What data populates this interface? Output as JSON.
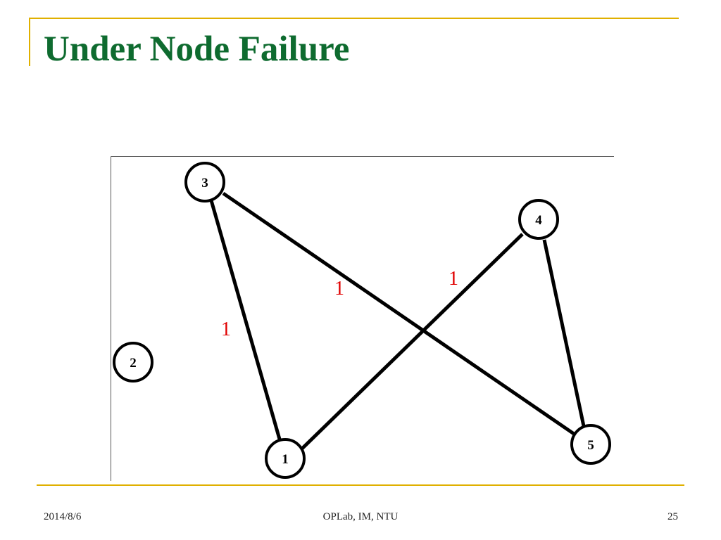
{
  "slide": {
    "title": "Under Node Failure",
    "footer_date": "2014/8/6",
    "footer_center": "OPLab, IM, NTU",
    "page_number": "25",
    "accent_color": "#e0b000",
    "title_color": "#0e6b2f"
  },
  "diagram": {
    "nodes": [
      {
        "id": "1",
        "label": "1"
      },
      {
        "id": "2",
        "label": "2"
      },
      {
        "id": "3",
        "label": "3"
      },
      {
        "id": "4",
        "label": "4"
      },
      {
        "id": "5",
        "label": "5"
      }
    ],
    "edges": [
      {
        "from": "3",
        "to": "1"
      },
      {
        "from": "3",
        "to": "5"
      },
      {
        "from": "1",
        "to": "4"
      },
      {
        "from": "4",
        "to": "5"
      }
    ],
    "edge_labels": [
      {
        "text": "1",
        "color": "#e00000"
      },
      {
        "text": "1",
        "color": "#e00000"
      },
      {
        "text": "1",
        "color": "#e00000"
      }
    ]
  }
}
